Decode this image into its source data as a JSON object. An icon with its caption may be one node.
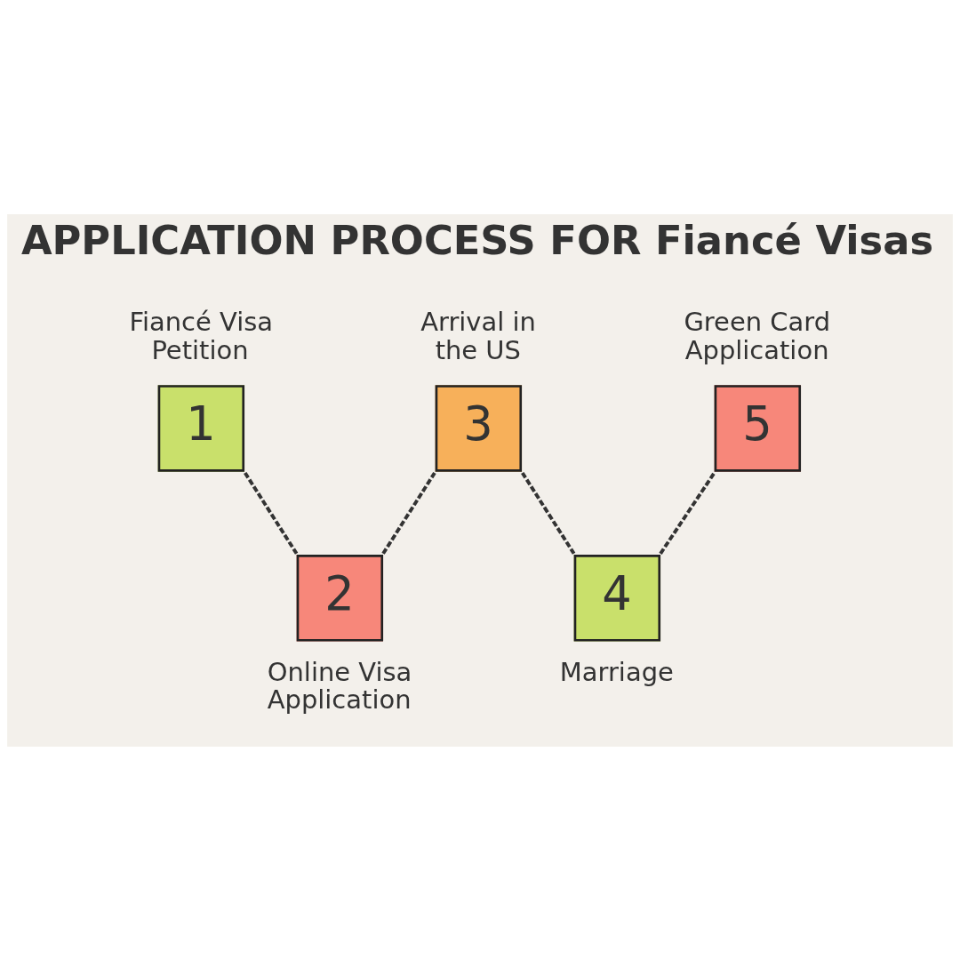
{
  "diagram": {
    "title": "APPLICATION PROCESS FOR Fiancé Visas",
    "nodes": [
      {
        "text": [
          "1"
        ],
        "beside": [
          "Fiancé Visa Petition"
        ]
      },
      {
        "text": [
          "2"
        ],
        "beside": [
          "Online Visa Application"
        ]
      },
      {
        "text": [
          "3"
        ],
        "beside": [
          "Arrival in the US"
        ]
      },
      {
        "text": [
          "4"
        ],
        "beside": [
          "Marriage"
        ]
      },
      {
        "text": [
          "5"
        ],
        "beside": [
          "Green Card Application"
        ]
      }
    ],
    "edges": [
      {
        "from": 0,
        "to": 1,
        "arrow": "none",
        "style": "dashed"
      },
      {
        "from": 1,
        "to": 2,
        "arrow": "none",
        "style": "dashed"
      },
      {
        "from": 2,
        "to": 3,
        "arrow": "none",
        "style": "dashed"
      },
      {
        "from": 3,
        "to": 4,
        "arrow": "none",
        "style": "dashed"
      }
    ]
  }
}
